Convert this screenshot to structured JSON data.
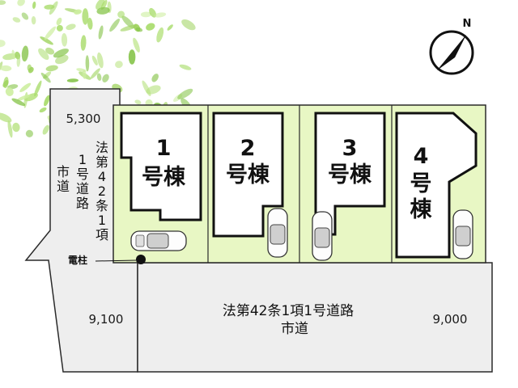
{
  "colors": {
    "lot_fill": "#e8f7c4",
    "road_fill": "#eeeeee",
    "line": "#2a2a2a",
    "foliage": "#a8d96a"
  },
  "north": {
    "label": "N"
  },
  "side_road": {
    "width": "5,300",
    "columns": [
      "法第42条1項",
      "1号道路",
      "市道"
    ]
  },
  "front_road": {
    "lines": [
      "法第42条1項1号道路",
      "市道"
    ],
    "width_left": "9,100",
    "width_right": "9,000"
  },
  "pole": {
    "label": "電柱"
  },
  "lots": [
    {
      "number": "1",
      "suffix": "号棟"
    },
    {
      "number": "2",
      "suffix": "号棟"
    },
    {
      "number": "3",
      "suffix": "号棟"
    },
    {
      "number": "4",
      "suffix": "号棟"
    }
  ]
}
